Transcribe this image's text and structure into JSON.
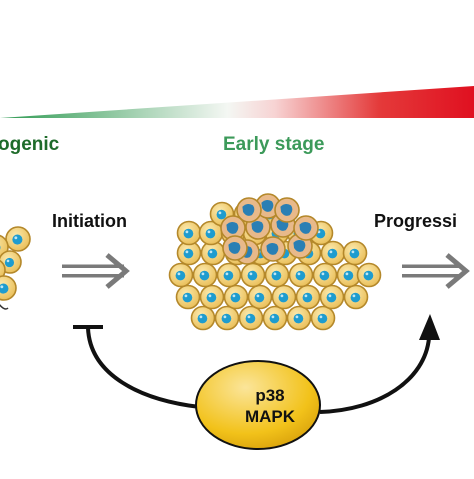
{
  "labels": {
    "left_stage": "ogenic",
    "early_stage": "Early stage",
    "initiation": "Initiation",
    "progression": "Progressi",
    "node_line1": "p38",
    "node_line2": "MAPK"
  },
  "colors": {
    "gradient_green": "#2e9a52",
    "gradient_red": "#e01020",
    "cell_fill": "#f3d27a",
    "cell_outline": "#b4882a",
    "nucleus": "#1e9ccf",
    "aberrant_cell": "#e8b98a",
    "aberrant_nucleus": "#2a7fb4",
    "node_fill": "#f2c21a",
    "arrow_gray": "#7a7a7a",
    "dark_green_text": "#1e6b2a",
    "light_green_text": "#3c9a5a"
  },
  "icons": [
    "right-arrow-icon",
    "inhibition-arc",
    "activation-arc",
    "cell-cluster"
  ]
}
